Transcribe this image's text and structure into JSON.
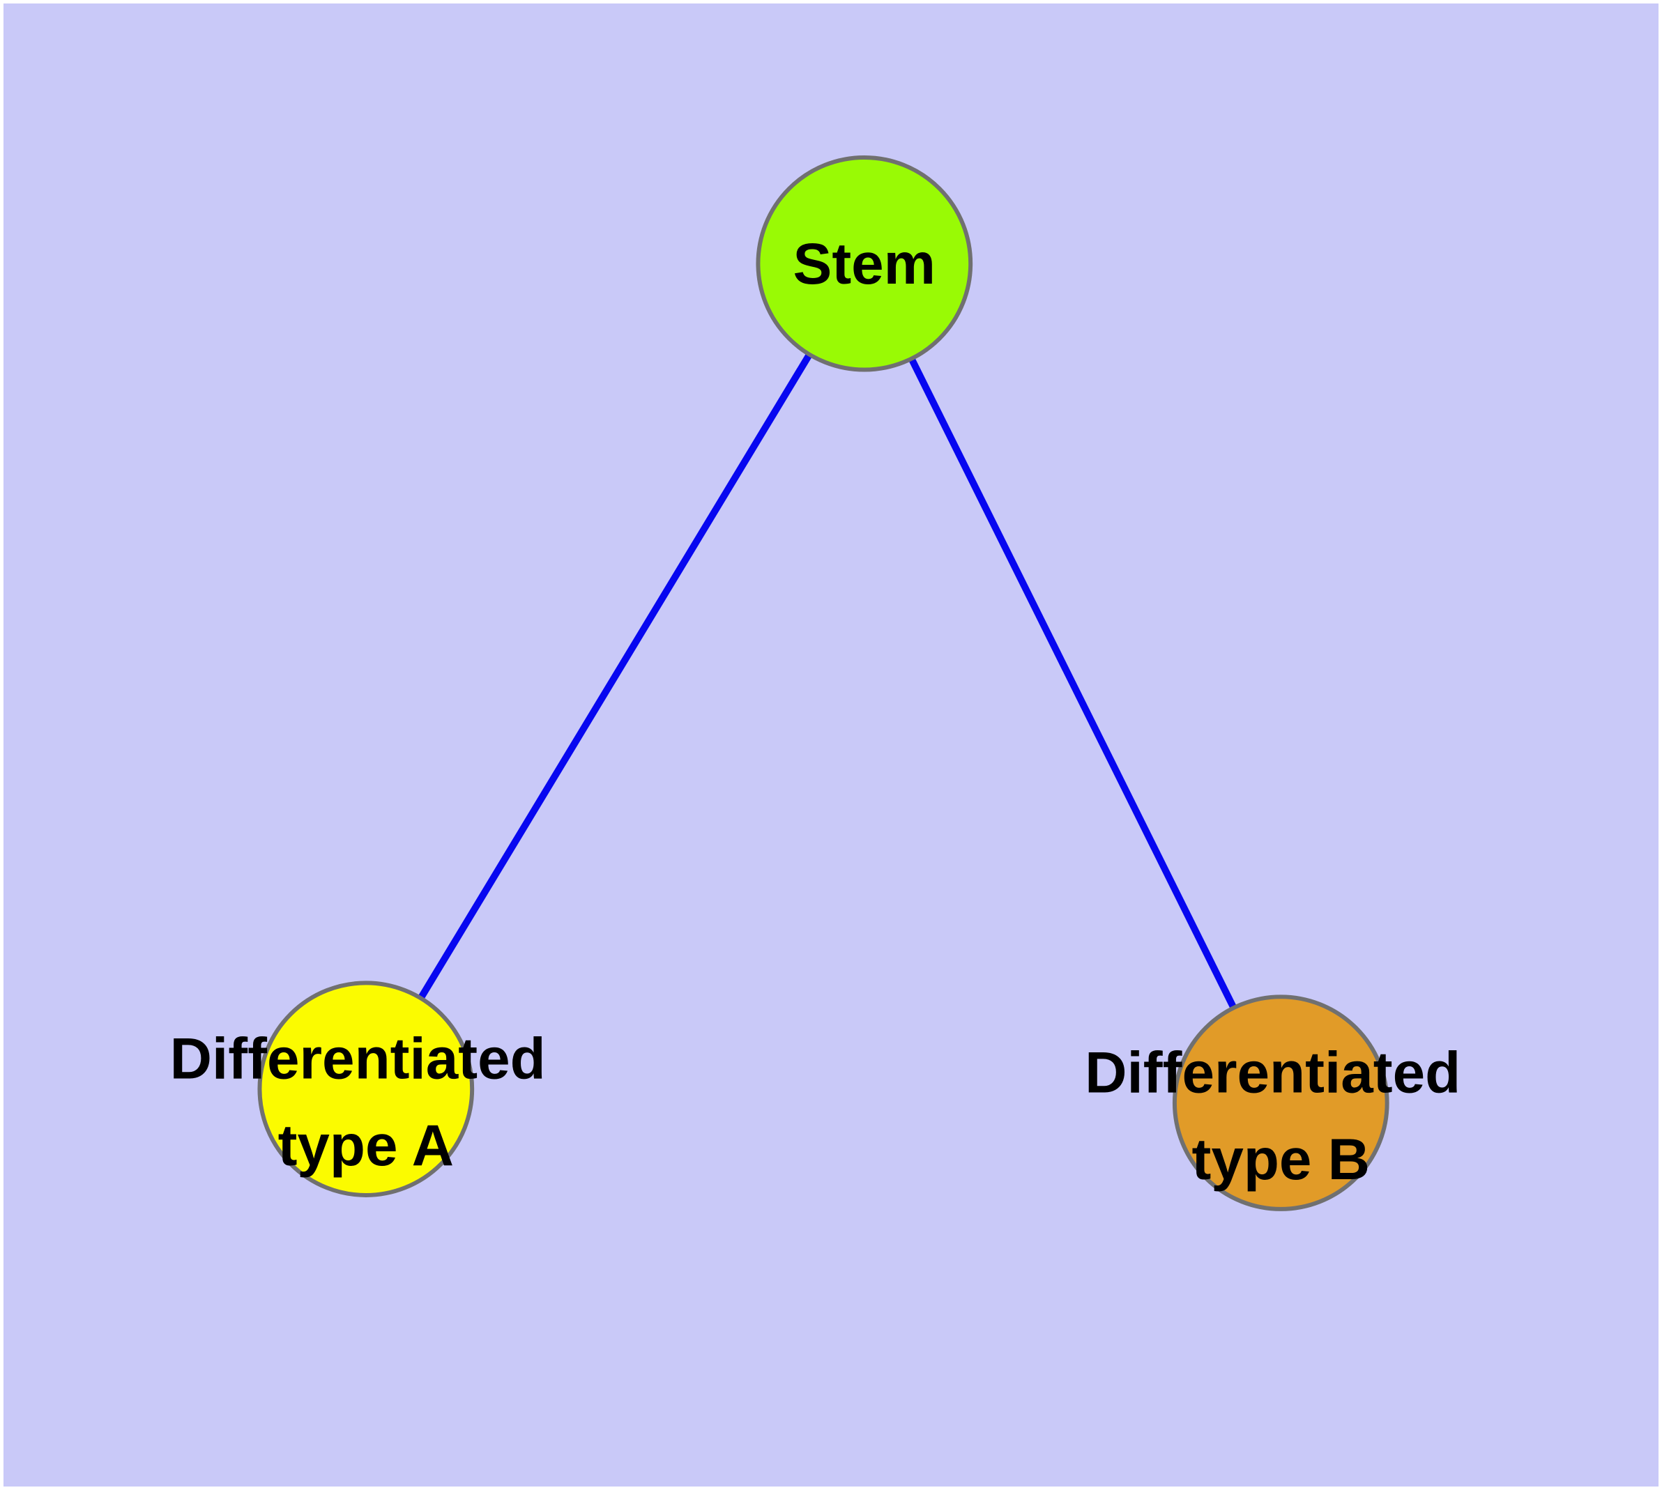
{
  "figure": {
    "title": "",
    "background_color": "#c9c9f8",
    "frame_color": "#ffffff",
    "edge_color": "#0707f0",
    "node_border_color": "#707070",
    "text_color": "#000000",
    "nodes": [
      {
        "id": "stem",
        "label_lines": [
          "Stem",
          ""
        ],
        "fill": "#99fa05"
      },
      {
        "id": "type-a",
        "label_lines": [
          "Differentiated",
          "type A"
        ],
        "fill": "#fbfb00"
      },
      {
        "id": "type-b",
        "label_lines": [
          "Differentiated",
          "type B"
        ],
        "fill": "#e19b28"
      }
    ],
    "edges": [
      {
        "from": "Stem",
        "to": "Differentiated type A"
      },
      {
        "from": "Stem",
        "to": "Differentiated type B"
      }
    ]
  }
}
